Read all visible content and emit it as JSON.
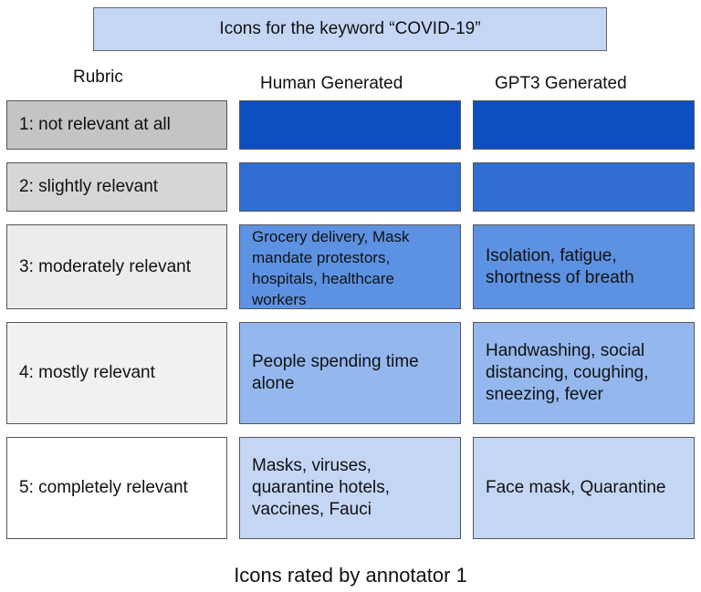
{
  "title": "Icons for the keyword “COVID-19”",
  "headers": {
    "rubric": "Rubric",
    "human": "Human Generated",
    "gpt3": "GPT3 Generated"
  },
  "rows": [
    {
      "rubric": "1: not relevant at all",
      "human": "",
      "gpt3": ""
    },
    {
      "rubric": "2: slightly relevant",
      "human": "",
      "gpt3": ""
    },
    {
      "rubric": "3: moderately relevant",
      "human": "Grocery delivery, Mask mandate protestors, hospitals, healthcare workers",
      "gpt3": "Isolation, fatigue, shortness of breath"
    },
    {
      "rubric": "4: mostly relevant",
      "human": "People spending time alone",
      "gpt3": "Handwashing, social distancing, coughing, sneezing, fever"
    },
    {
      "rubric": "5: completely relevant",
      "human": "Masks, viruses, quarantine hotels, vaccines, Fauci",
      "gpt3": "Face mask, Quarantine"
    }
  ],
  "colors": {
    "title_bg": "#c5d6f5",
    "rubric_bg": [
      "#c4c4c4",
      "#d6d6d6",
      "#ececec",
      "#f1f1f1",
      "#ffffff"
    ],
    "value_bg": [
      "#0b4fc0",
      "#2f6ed0",
      "#5d92e2",
      "#94b8ee",
      "#c5d6f5"
    ]
  },
  "caption": "Icons rated by annotator 1"
}
